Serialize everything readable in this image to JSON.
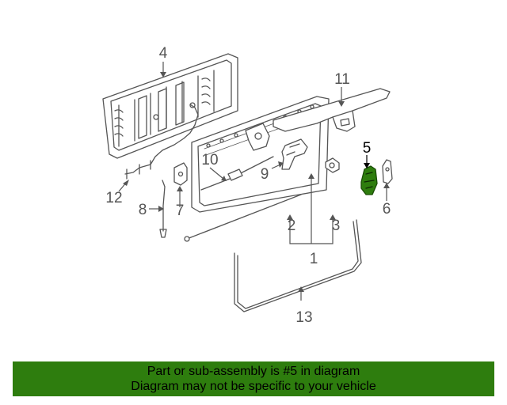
{
  "callouts": {
    "c1": "1",
    "c2": "2",
    "c3": "3",
    "c4": "4",
    "c5": "5",
    "c6": "6",
    "c7": "7",
    "c8": "8",
    "c9": "9",
    "c10": "10",
    "c11": "11",
    "c12": "12",
    "c13": "13"
  },
  "highlighted_part": "5",
  "colors": {
    "banner": "#2e7d0e",
    "highlight": "#2e7d0e",
    "line": "#555555"
  },
  "banner": {
    "line1": "Part or sub-assembly is #5 in diagram",
    "line2": "Diagram may not be specific to your vehicle"
  }
}
